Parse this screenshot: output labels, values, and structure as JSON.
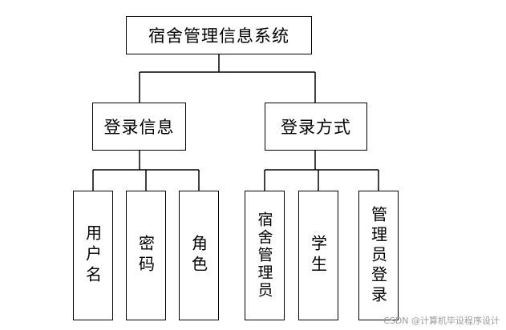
{
  "diagram": {
    "root": "宿舍管理信息系统",
    "branches": [
      {
        "label": "登录信息",
        "children": [
          "用户名",
          "密码",
          "角色"
        ]
      },
      {
        "label": "登录方式",
        "children": [
          "宿舍管理员",
          "学生",
          "管理员登录"
        ]
      }
    ]
  },
  "watermark": "CSDN @计算机毕设程序设计"
}
